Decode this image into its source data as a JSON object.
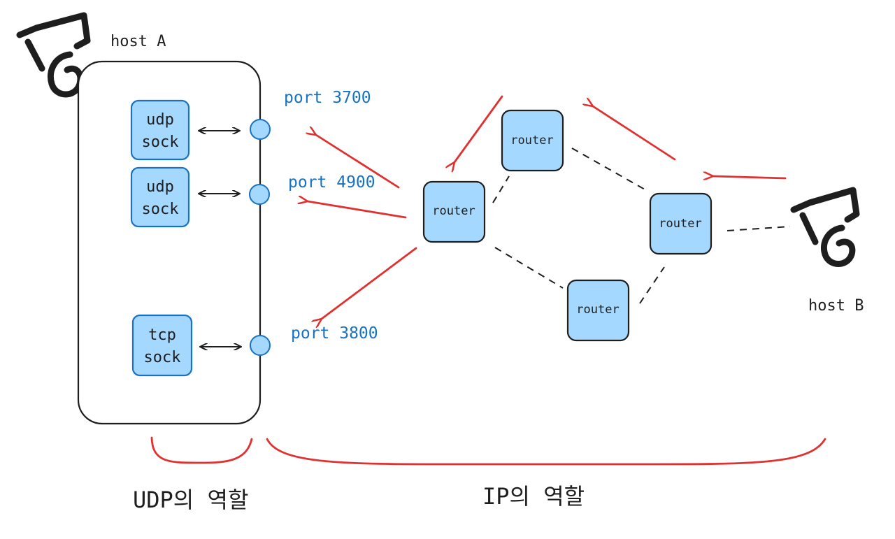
{
  "host_a": {
    "label": "host A"
  },
  "host_b": {
    "label": "host B"
  },
  "sockets": [
    {
      "line1": "udp",
      "line2": "sock"
    },
    {
      "line1": "udp",
      "line2": "sock"
    },
    {
      "line1": "tcp",
      "line2": "sock"
    }
  ],
  "ports": [
    "port 3700",
    "port 4900",
    "port 3800"
  ],
  "routers": [
    "router",
    "router",
    "router",
    "router"
  ],
  "roles": {
    "udp": "UDP의 역할",
    "ip": "IP의 역할"
  },
  "colors": {
    "ink": "#1e1e1e",
    "blue_text": "#1971c2",
    "box_fill": "#a5d8ff",
    "box_stroke": "#1971c2",
    "arrow_red": "#e03131"
  }
}
